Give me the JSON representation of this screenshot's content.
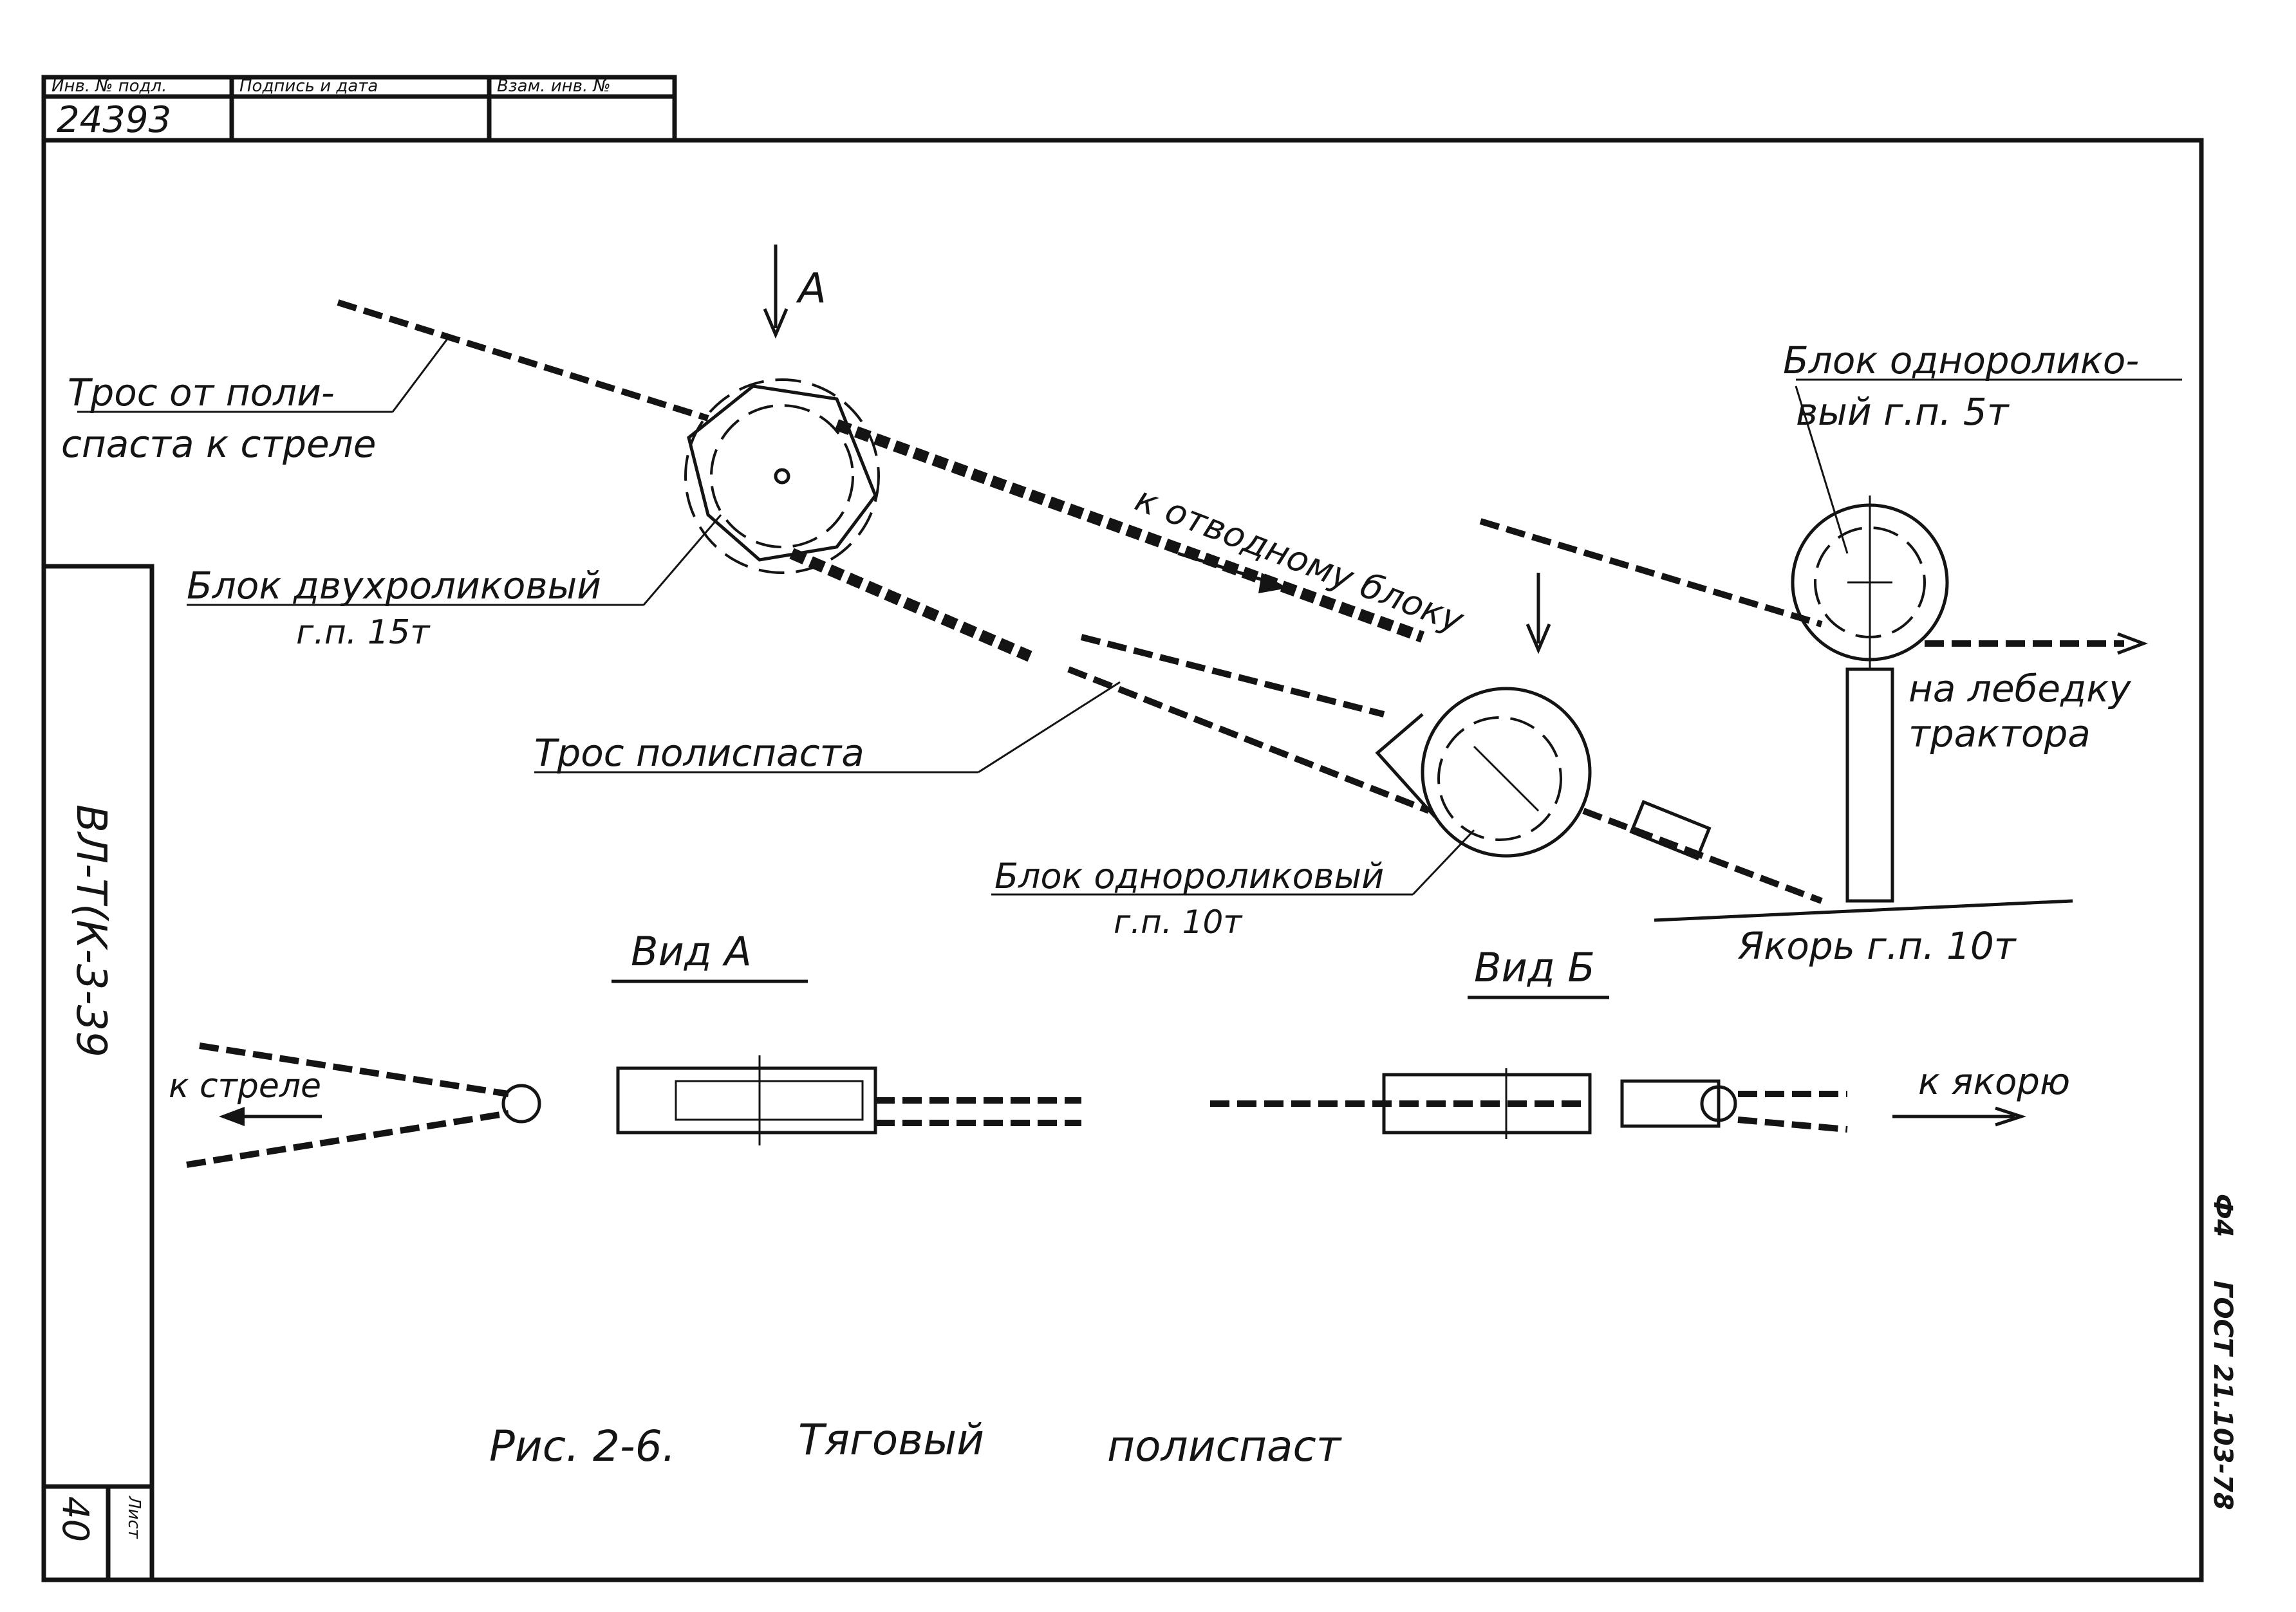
{
  "stamp": {
    "col1_label": "Инв. № подл.",
    "col2_label": "Подпись и дата",
    "col3_label": "Взам. инв. №",
    "inv_number": "24393"
  },
  "side_block": {
    "code": "ВЛ-Т(К-3-39",
    "sheet_label": "Лист",
    "sheet_number": "40"
  },
  "right_margin": {
    "format": "Ф4",
    "standard": "ГОСТ 21.103-78"
  },
  "labels": {
    "view_marker_a": "А",
    "rope_from_pulley_1": "Трос от поли-",
    "rope_from_pulley_2": "спаста к стреле",
    "double_block_1": "Блок двухроликовый",
    "double_block_2": "г.п. 15т",
    "to_deflector": "к отводному блоку",
    "single_block_5_1": "Блок одноролико-",
    "single_block_5_2": "вый г.п. 5т",
    "to_winch_1": "на лебедку",
    "to_winch_2": "трактора",
    "pulley_rope": "Трос полиспаста",
    "single_block_10_1": "Блок однороликовый",
    "single_block_10_2": "г.п. 10т",
    "anchor": "Якорь г.п. 10т",
    "view_a_title": "Вид А",
    "view_b_title": "Вид Б",
    "to_boom": "к стреле",
    "to_anchor": "к якорю",
    "caption_fig": "Рис. 2-6.",
    "caption_word1": "Тяговый",
    "caption_word2": "полиспаст"
  }
}
